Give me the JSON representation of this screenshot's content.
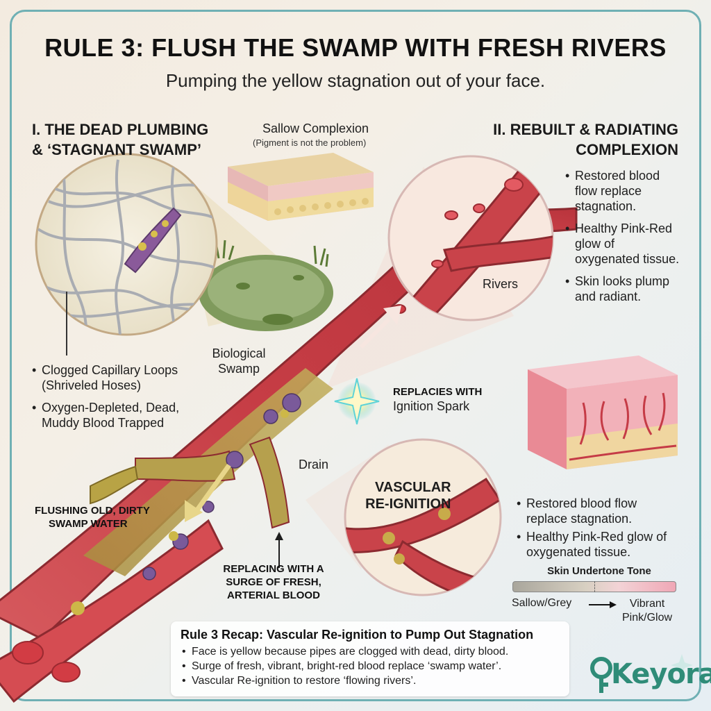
{
  "title": "RULE 3: FLUSH THE SWAMP WITH FRESH RIVERS",
  "subtitle": "Pumping the yellow stagnation out of your face.",
  "left_section": {
    "heading_line1": "I. THE DEAD PLUMBING",
    "heading_line2": "& ‘STAGNANT SWAMP’",
    "sallow_label": "Sallow Complexion",
    "sallow_note": "(Pigment is not the problem)",
    "swamp_label_line1": "Biological",
    "swamp_label_line2": "Swamp",
    "bullets": [
      {
        "line1": "Clogged Capillary Loops",
        "line2": "(Shriveled Hoses)"
      },
      {
        "line1": "Oxygen-Depleted, Dead,",
        "line2": "Muddy Blood Trapped"
      }
    ],
    "flush_label_line1": "FLUSHING OLD, DIRTY",
    "flush_label_line2": "SWAMP WATER"
  },
  "center": {
    "rivers_label": "Rivers",
    "replaces_line1": "REPLACIES WITH",
    "replaces_line2": "Ignition Spark",
    "drain_label": "Drain",
    "surge_line1": "REPLACING WITH A",
    "surge_line2": "SURGE OF FRESH,",
    "surge_line3": "ARTERIAL BLOOD"
  },
  "right_section": {
    "heading_line1": "II. REBUILT & RADIATING",
    "heading_line2": "COMPLEXION",
    "bullets": [
      {
        "line1": "Restored blood",
        "line2": "flow replace",
        "line3": "stagnation."
      },
      {
        "line1": "Healthy Pink-Red",
        "line2": "glow of",
        "line3": "oxygenated tissue."
      },
      {
        "line1": "Skin looks plump",
        "line2": "and radiant."
      }
    ],
    "vascular_line1": "VASCULAR",
    "vascular_line2": "RE-IGNITION",
    "bullets2": [
      {
        "line1": "Restored blood flow",
        "line2": "replace stagnation."
      },
      {
        "line1": "Healthy Pink-Red glow of",
        "line2": "oxygenated tissue."
      }
    ],
    "tone_title": "Skin Undertone Tone",
    "tone_left": "Sallow/Grey",
    "tone_right_line1": "Vibrant",
    "tone_right_line2": "Pink/Glow"
  },
  "recap": {
    "title": "Rule 3 Recap: Vascular Re-ignition to Pump Out Stagnation",
    "items": [
      "Face is yellow because pipes are clogged with dead, dirty blood.",
      "Surge of fresh, vibrant, bright-red blood replace ‘swamp water’.",
      "Vascular Re-ignition to restore ‘flowing rivers’."
    ]
  },
  "logo": {
    "text": "Keyora"
  },
  "colors": {
    "frame": "#6fb0b4",
    "vessel_red": "#c9434a",
    "vessel_dark": "#8c2a30",
    "swamp_green": "#6f8f4c",
    "sludge_yellow": "#b9a44a",
    "clot_purple": "#7a5a9a",
    "logo_teal": "#2f8c78"
  }
}
